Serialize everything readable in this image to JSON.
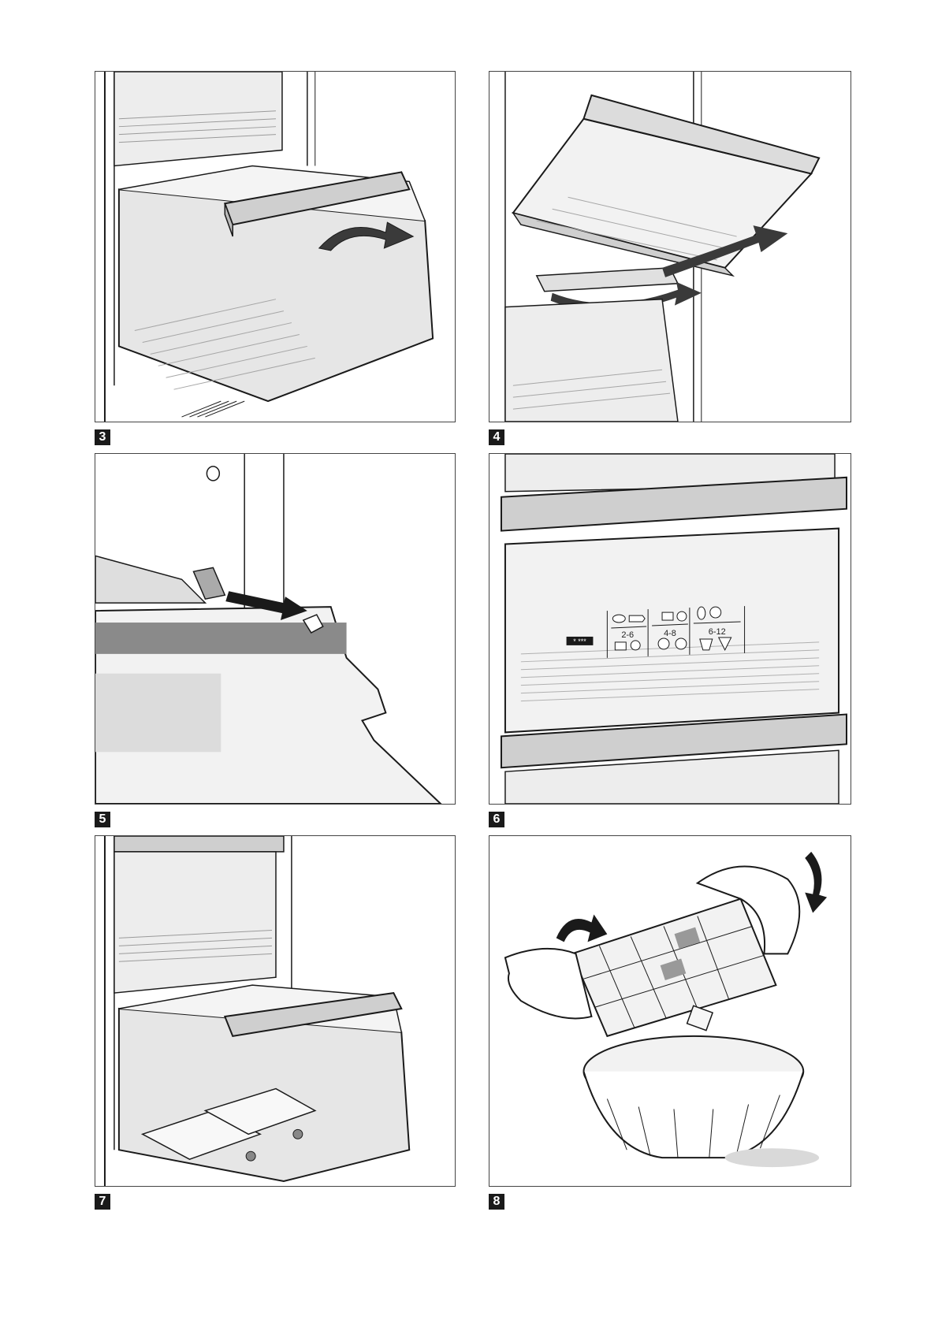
{
  "figures": [
    {
      "id": "fig3",
      "label": "3",
      "description_name": "freezer-drawer-removal"
    },
    {
      "id": "fig4",
      "label": "4",
      "description_name": "drawer-tilt-out"
    },
    {
      "id": "fig5",
      "label": "5",
      "description_name": "drawer-rail-latch"
    },
    {
      "id": "fig6",
      "label": "6",
      "description_name": "freezer-drawer-front-chart"
    },
    {
      "id": "fig7",
      "label": "7",
      "description_name": "cold-packs-in-drawer"
    },
    {
      "id": "fig8",
      "label": "8",
      "description_name": "ice-cube-tray-release"
    }
  ],
  "storage_chart": {
    "rating": "* ***",
    "columns": [
      {
        "months": "2-6"
      },
      {
        "months": "4-8"
      },
      {
        "months": "6-12"
      }
    ]
  },
  "colors": {
    "line": "#1a1a1a",
    "shade": "#d9d9d9",
    "light": "#ededed",
    "badge": "#1a1a1a"
  }
}
